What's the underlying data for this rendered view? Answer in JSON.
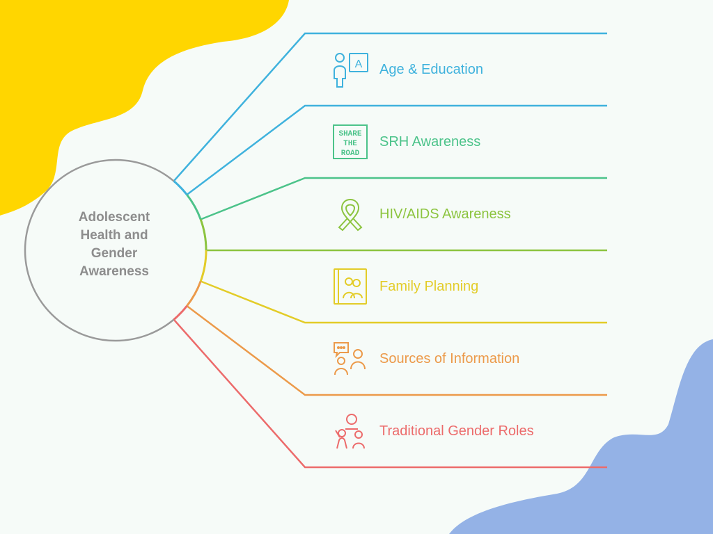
{
  "diagram": {
    "center": {
      "lines": [
        "Adolescent",
        "Health and",
        "Gender",
        "Awareness"
      ],
      "color": "#8d8d8d"
    },
    "branches": [
      {
        "label": "Age & Education",
        "color": "#3fb2dd",
        "icon": "person-board-icon",
        "icon_letter": "A"
      },
      {
        "label": "SRH Awareness",
        "color": "#4cc38a",
        "icon": "share-the-road-sign-icon",
        "sign_text": [
          "SHARE",
          "THE",
          "ROAD"
        ]
      },
      {
        "label": "HIV/AIDS Awareness",
        "color": "#8cc43f",
        "icon": "awareness-ribbon-icon"
      },
      {
        "label": "Family Planning",
        "color": "#e3cc28",
        "icon": "family-photo-icon"
      },
      {
        "label": "Sources of Information",
        "color": "#ec9a4a",
        "icon": "people-talking-icon"
      },
      {
        "label": "Traditional Gender Roles",
        "color": "#ec6b6b",
        "icon": "family-group-icon"
      }
    ],
    "decor": {
      "yellow": "#ffd600",
      "blue": "#94b2e6",
      "circle_stroke": "#9a9a9a"
    }
  }
}
